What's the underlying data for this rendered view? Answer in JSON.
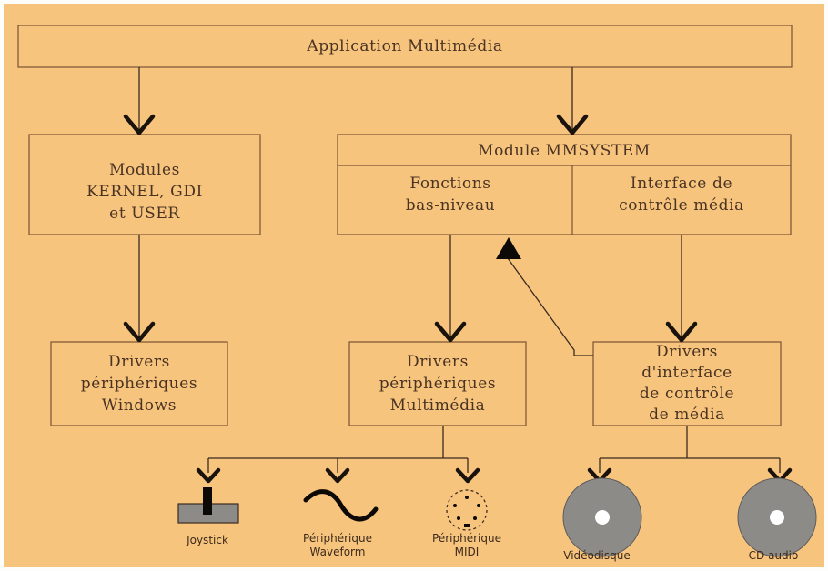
{
  "app_box": {
    "label": "Application Multimédia"
  },
  "kernel_box": {
    "line1": "Modules",
    "line2": "KERNEL, GDI",
    "line3": "et USER"
  },
  "mmsystem_box": {
    "title": "Module MMSYSTEM",
    "left": {
      "line1": "Fonctions",
      "line2": "bas-niveau"
    },
    "right": {
      "line1": "Interface de",
      "line2": "contrôle média"
    }
  },
  "drivers_windows": {
    "line1": "Drivers",
    "line2": "périphériques",
    "line3": "Windows"
  },
  "drivers_multimedia": {
    "line1": "Drivers",
    "line2": "périphériques",
    "line3": "Multimédia"
  },
  "drivers_mci": {
    "line1": "Drivers",
    "line2": "d'interface",
    "line3": "de contrôle",
    "line4": "de média"
  },
  "devices": {
    "joystick": "Joystick",
    "waveform": {
      "line1": "Périphérique",
      "line2": "Waveform"
    },
    "midi": {
      "line1": "Périphérique",
      "line2": "MIDI"
    },
    "videodisc": "Vidéodisque",
    "cdaudio": "CD audio"
  },
  "colors": {
    "background": "#f6c47d",
    "border": "#7a5232",
    "text": "#4a3323",
    "disc": "#8c8b88"
  }
}
